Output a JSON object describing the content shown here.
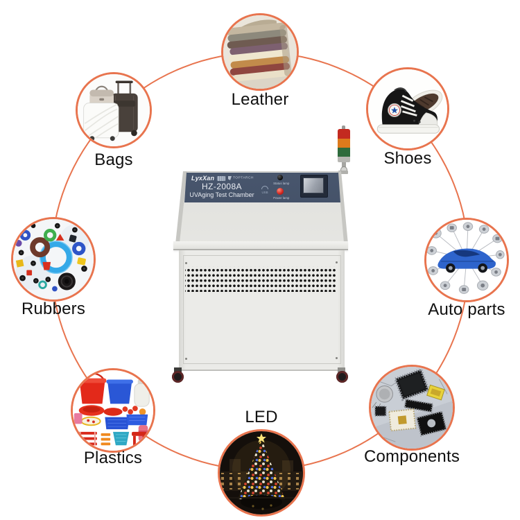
{
  "diagram": {
    "accent_color": "#E8744E",
    "nodes": [
      {
        "id": "leather",
        "label": "Leather"
      },
      {
        "id": "shoes",
        "label": "Shoes"
      },
      {
        "id": "auto-parts",
        "label": "Auto parts"
      },
      {
        "id": "components",
        "label": "Components"
      },
      {
        "id": "led",
        "label": "LED"
      },
      {
        "id": "plastics",
        "label": "Plastics"
      },
      {
        "id": "rubbers",
        "label": "Rubbers"
      },
      {
        "id": "bags",
        "label": "Bags"
      }
    ]
  },
  "machine": {
    "brand": "LyxXan",
    "brand_sub": "TOPTARCH",
    "model": "HZ-2008A",
    "product_name": "UVAging Test Chamber",
    "usb_label": "USB",
    "status_lamp_label": "Status lamp",
    "power_lamp_label": "Power lamp",
    "panel_color": "#3D4A5F",
    "tower_colors": [
      "#C32A20",
      "#DD7A1C",
      "#2E6B3C"
    ]
  }
}
